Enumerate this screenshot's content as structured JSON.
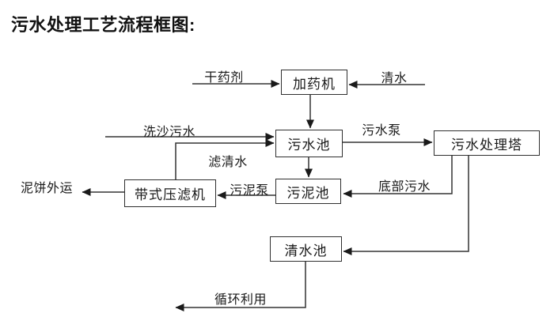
{
  "title": "污水处理工艺流程框图:",
  "colors": {
    "background": "#ffffff",
    "line": "#333333",
    "arrowhead": "#1a1a1a",
    "text": "#1a1a1a",
    "box_border": "#2f2f2f"
  },
  "diagram": {
    "boxes": [
      {
        "name": "dosing-machine",
        "label": "加药机"
      },
      {
        "name": "sewage-pool",
        "label": "污水池"
      },
      {
        "name": "sewage-treatment-tower",
        "label": "污水处理塔"
      },
      {
        "name": "sludge-pool",
        "label": "污泥池"
      },
      {
        "name": "belt-filter-press",
        "label": "带式压滤机"
      },
      {
        "name": "clear-water-pool",
        "label": "清水池"
      }
    ],
    "flow_labels": [
      {
        "name": "dry-chemical",
        "label": "干药剂"
      },
      {
        "name": "clear-water-feed",
        "label": "清水"
      },
      {
        "name": "sand-wash-sewage",
        "label": "洗沙污水"
      },
      {
        "name": "sewage-pump",
        "label": "污水泵"
      },
      {
        "name": "filtered-water",
        "label": "滤清水"
      },
      {
        "name": "sludge-pump",
        "label": "污泥泵"
      },
      {
        "name": "bottom-sewage",
        "label": "底部污水"
      },
      {
        "name": "mud-cake-outbound",
        "label": "泥饼外运"
      },
      {
        "name": "recycling",
        "label": "循环利用"
      }
    ]
  }
}
